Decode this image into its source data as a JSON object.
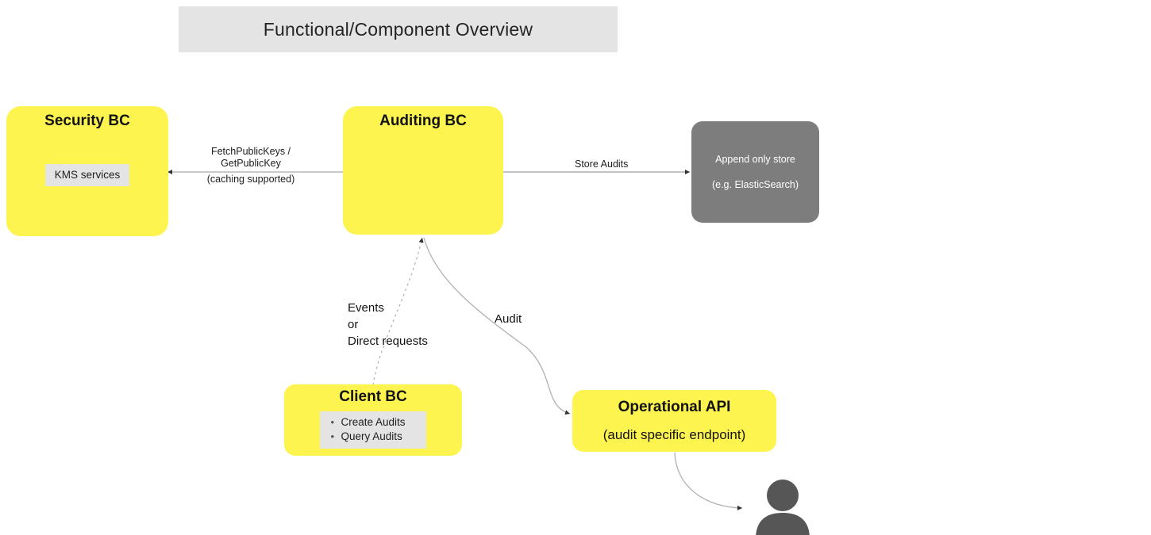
{
  "diagram": {
    "title": "Functional/Component Overview",
    "background_color": "#ffffff",
    "accent_yellow": "#fdf44f",
    "accent_gray": "#7d7d7d",
    "banner_gray": "#e4e4e4"
  },
  "nodes": {
    "security_bc": {
      "title": "Security BC",
      "inner_label": "KMS services"
    },
    "auditing_bc": {
      "title": "Auditing BC"
    },
    "append_store": {
      "line1": "Append only store",
      "line2": "(e.g. ElasticSearch)"
    },
    "client_bc": {
      "title": "Client BC",
      "bullets": [
        "Create Audits",
        "Query Audits"
      ]
    },
    "operational_api": {
      "title": "Operational API",
      "subtitle": "(audit specific endpoint)"
    },
    "user": {
      "icon": "user-avatar-icon"
    }
  },
  "edges": {
    "fetch_keys": {
      "label": "FetchPublicKeys /\nGetPublicKey",
      "sub_label": "(caching supported)"
    },
    "store_audits": {
      "label": "Store Audits"
    },
    "events_or_direct": {
      "label": "Events\nor\nDirect requests"
    },
    "audit": {
      "label": "Audit"
    }
  }
}
